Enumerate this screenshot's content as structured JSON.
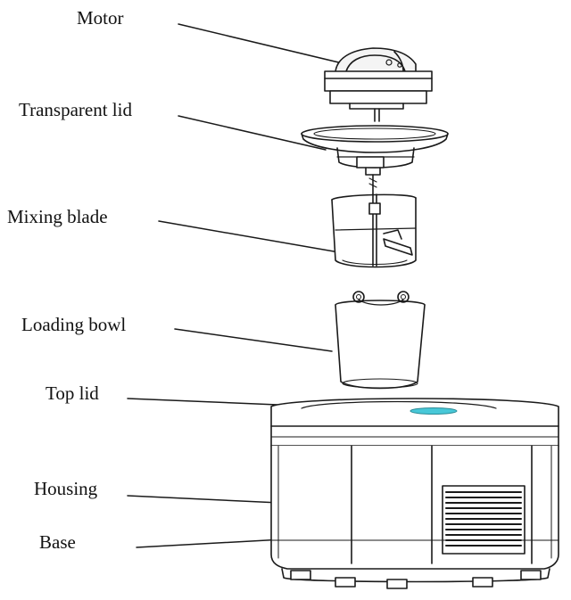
{
  "labels": {
    "motor": "Motor",
    "transparent_lid": "Transparent lid",
    "mixing_blade": "Mixing blade",
    "loading_bowl": "Loading bowl",
    "top_lid": "Top lid",
    "housing": "Housing",
    "base": "Base"
  },
  "colors": {
    "line": "#1a1a1a",
    "display_accent": "#48c8d8",
    "background": "#ffffff"
  }
}
